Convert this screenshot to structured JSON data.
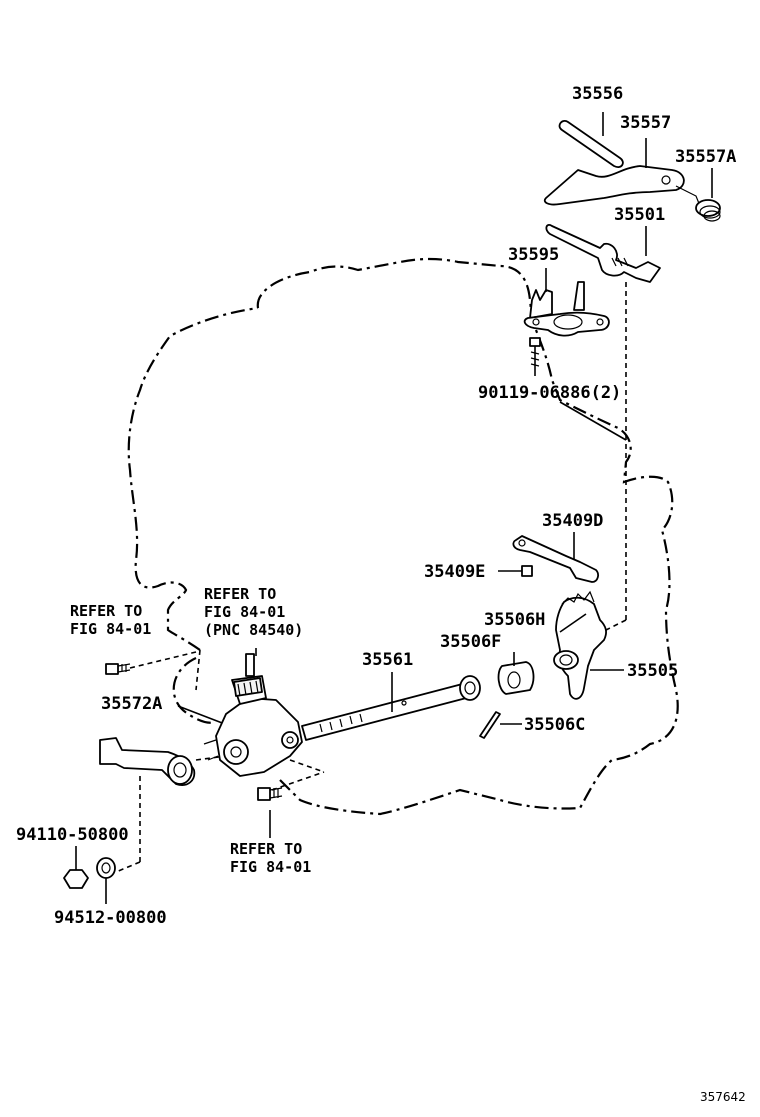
{
  "parts": {
    "p35556": "35556",
    "p35557": "35557",
    "p35557A": "35557A",
    "p35501": "35501",
    "p35595": "35595",
    "p90119": "90119-06886(2)",
    "p35409D": "35409D",
    "p35409E": "35409E",
    "p35506H": "35506H",
    "p35506F": "35506F",
    "p35561": "35561",
    "p35505": "35505",
    "p35506C": "35506C",
    "p35572A": "35572A",
    "p94110": "94110-50800",
    "p94512": "94512-00800"
  },
  "references": {
    "ref_left": {
      "line1": "REFER TO",
      "line2": "FIG 84-01"
    },
    "ref_top": {
      "line1": "REFER TO",
      "line2": "FIG 84-01",
      "line3": "(PNC 84540)"
    },
    "ref_bottom": {
      "line1": "REFER TO",
      "line2": "FIG 84-01"
    }
  },
  "figure_number": "357642"
}
